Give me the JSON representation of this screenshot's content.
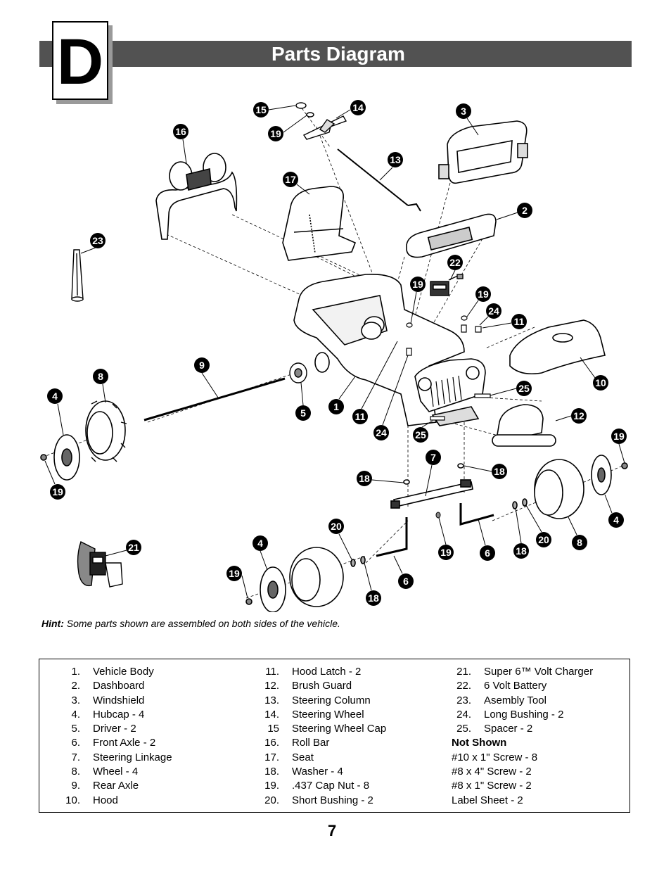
{
  "section": {
    "letter": "D",
    "title": "Parts Diagram"
  },
  "hint": {
    "label": "Hint:",
    "text": "Some parts shown are assembled on both sides of the vehicle."
  },
  "callouts": [
    "15",
    "14",
    "19",
    "3",
    "16",
    "13",
    "17",
    "2",
    "23",
    "22",
    "19",
    "19",
    "24",
    "11",
    "9",
    "8",
    "10",
    "4",
    "5",
    "1",
    "11",
    "24",
    "25",
    "25",
    "12",
    "19",
    "7",
    "18",
    "18",
    "19",
    "20",
    "4",
    "6",
    "19",
    "18",
    "20",
    "8",
    "4",
    "19",
    "6",
    "18",
    "21"
  ],
  "parts_list": {
    "column1": [
      {
        "num": "1.",
        "name": "Vehicle Body"
      },
      {
        "num": "2.",
        "name": "Dashboard"
      },
      {
        "num": "3.",
        "name": "Windshield"
      },
      {
        "num": "4.",
        "name": "Hubcap - 4"
      },
      {
        "num": "5.",
        "name": "Driver - 2"
      },
      {
        "num": "6.",
        "name": "Front Axle - 2"
      },
      {
        "num": "7.",
        "name": "Steering Linkage"
      },
      {
        "num": "8.",
        "name": "Wheel - 4"
      },
      {
        "num": "9.",
        "name": "Rear Axle"
      },
      {
        "num": "10.",
        "name": "Hood"
      }
    ],
    "column2": [
      {
        "num": "11.",
        "name": "Hood Latch - 2"
      },
      {
        "num": "12.",
        "name": "Brush Guard"
      },
      {
        "num": "13.",
        "name": "Steering Column"
      },
      {
        "num": "14.",
        "name": "Steering Wheel"
      },
      {
        "num": "15",
        "name": "Steering Wheel Cap"
      },
      {
        "num": "16.",
        "name": "Roll Bar"
      },
      {
        "num": "17.",
        "name": "Seat"
      },
      {
        "num": "18.",
        "name": "Washer - 4"
      },
      {
        "num": "19.",
        "name": ".437 Cap Nut - 8"
      },
      {
        "num": "20.",
        "name": "Short Bushing - 2"
      }
    ],
    "column3": [
      {
        "num": "21.",
        "name": "Super 6™ Volt Charger"
      },
      {
        "num": "22.",
        "name": "6 Volt Battery"
      },
      {
        "num": "23.",
        "name": "Asembly Tool"
      },
      {
        "num": "24.",
        "name": "Long Bushing - 2"
      },
      {
        "num": "25.",
        "name": "Spacer - 2"
      }
    ],
    "not_shown_header": "Not Shown",
    "not_shown": [
      "#10 x 1\" Screw - 8",
      "#8 x 4\" Screw - 2",
      "#8 x 1\" Screw - 2",
      "Label Sheet - 2"
    ]
  },
  "page_number": "7"
}
